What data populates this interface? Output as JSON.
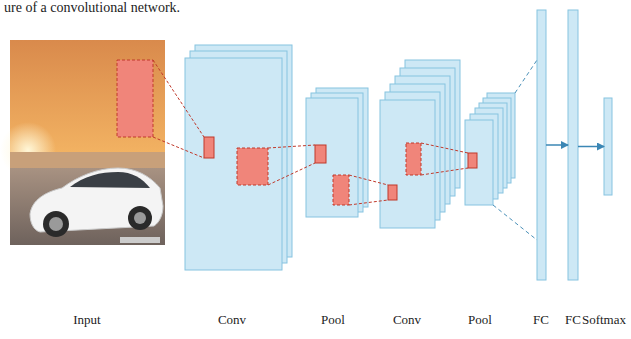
{
  "diagram": {
    "caption": "ure of a convolutional network.",
    "nodes": [
      {
        "text": [
          "Input"
        ]
      },
      {
        "text": [
          "Conv"
        ]
      },
      {
        "text": [
          "Pool"
        ]
      },
      {
        "text": [
          "Conv"
        ]
      },
      {
        "text": [
          "Pool"
        ]
      },
      {
        "text": [
          "FC"
        ]
      },
      {
        "text": [
          "FC"
        ]
      },
      {
        "text": [
          "Softmax"
        ]
      }
    ],
    "edges": [
      {
        "from": 5,
        "to": 6,
        "arrow": "to"
      },
      {
        "from": 6,
        "to": 7,
        "arrow": "to"
      }
    ]
  }
}
